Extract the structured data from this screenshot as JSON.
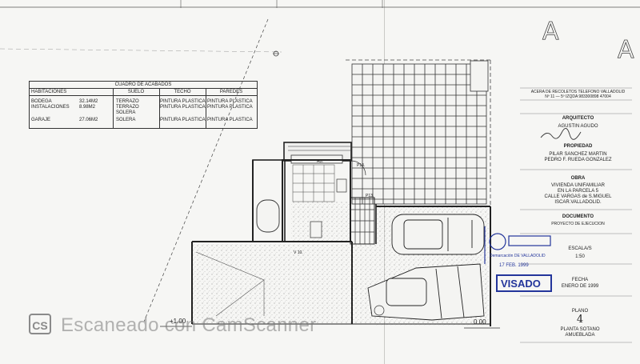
{
  "finish_table": {
    "title": "CUADRO DE ACABADOS",
    "col_rooms": "HABITACIONES",
    "col_floor": "SUELO",
    "col_ceiling": "TECHO",
    "col_walls": "PAREDES",
    "rows": [
      {
        "room": "BODEGA",
        "area": "32.14M2",
        "floor": "TERRAZO",
        "ceiling": "PINTURA PLASTICA",
        "walls": "PINTURA PLASTICA"
      },
      {
        "room": "INSTALACIONES",
        "area": "8.98M2",
        "floor": "TERRAZO",
        "ceiling": "PINTURA PLASTICA",
        "walls": "PINTURA PLASTICA"
      },
      {
        "room": "",
        "area": "",
        "floor": "SOLERA",
        "ceiling": "",
        "walls": ""
      },
      {
        "room": "GARAJE",
        "area": "27.06M2",
        "floor": "SOLERA",
        "ceiling": "PINTURA PLASTICA",
        "walls": "PINTURA PLASTICA"
      }
    ]
  },
  "plan_labels": {
    "ab": "AB.",
    "p14": "P14.",
    "p13": "P13.",
    "v10": "V 10.",
    "level_left": "+1.00",
    "level_right": "0.00"
  },
  "title_block": {
    "address": "ACERA DE RECOLETOS TELEFONO VALLADOLID",
    "address2": "Nº 11 — 5º IZQDA     983300898     47004",
    "architect_heading": "ARQUITECTO",
    "architect_name": "AGUSTIN AGUDO",
    "property_heading": "PROPIEDAD",
    "owner1": "PILAR SANCHEZ MARTIN",
    "owner2": "PEDRO F. RUEDA GONZALEZ",
    "work_heading": "OBRA",
    "work1": "VIVIENDA UNIFAMILIAR",
    "work2": "EN LA PARCELA 5",
    "work3": "CALLE VARGAS de S.MIGUEL",
    "work4": "ISCAR.VALLADOLID.",
    "doc_heading": "DOCUMENTO",
    "doc_value": "PROYECTO DE EJECUCION",
    "scale_heading": "ESCALA/S",
    "scale_value": "1:50",
    "date_heading": "FECHA",
    "date_value": "ENERO DE 1999",
    "plan_heading": "PLANO",
    "plan_number": "4",
    "plan_name1": "PLANTA SOTANO",
    "plan_name2": "AMUEBLADA"
  },
  "stamps": {
    "seal_date": "17 FEB. 1999",
    "seal_place": "Demarcación DE VALLADOLID",
    "visado": "VISADO"
  },
  "watermark": {
    "logo": "CS",
    "text": "Escaneado con CamScanner"
  },
  "colors": {
    "stamp_blue": "#23359b",
    "line": "#333333",
    "paper": "#f6f6f4"
  }
}
